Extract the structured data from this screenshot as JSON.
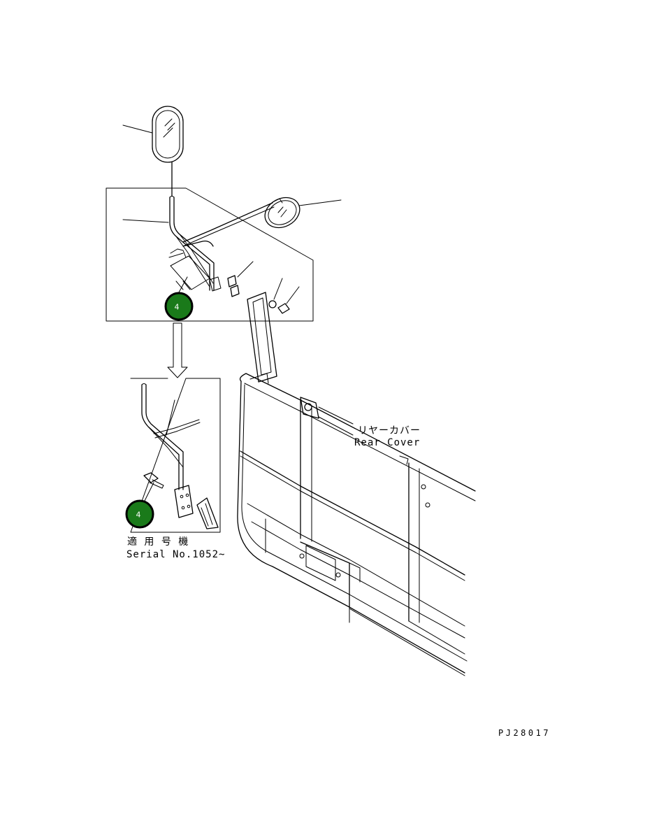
{
  "labels": {
    "rear_cover_jp": "リヤーカバー",
    "rear_cover_en": "Rear Cover",
    "applicable_jp": "適 用 号 機",
    "serial": "Serial No.1052~",
    "drawing_code": "PJ28017"
  },
  "callouts": [
    {
      "number": "4"
    },
    {
      "number": "4"
    }
  ],
  "colors": {
    "callout_fill": "#1a7a1a",
    "callout_ring": "#000000",
    "line": "#000000",
    "background": "#ffffff"
  }
}
